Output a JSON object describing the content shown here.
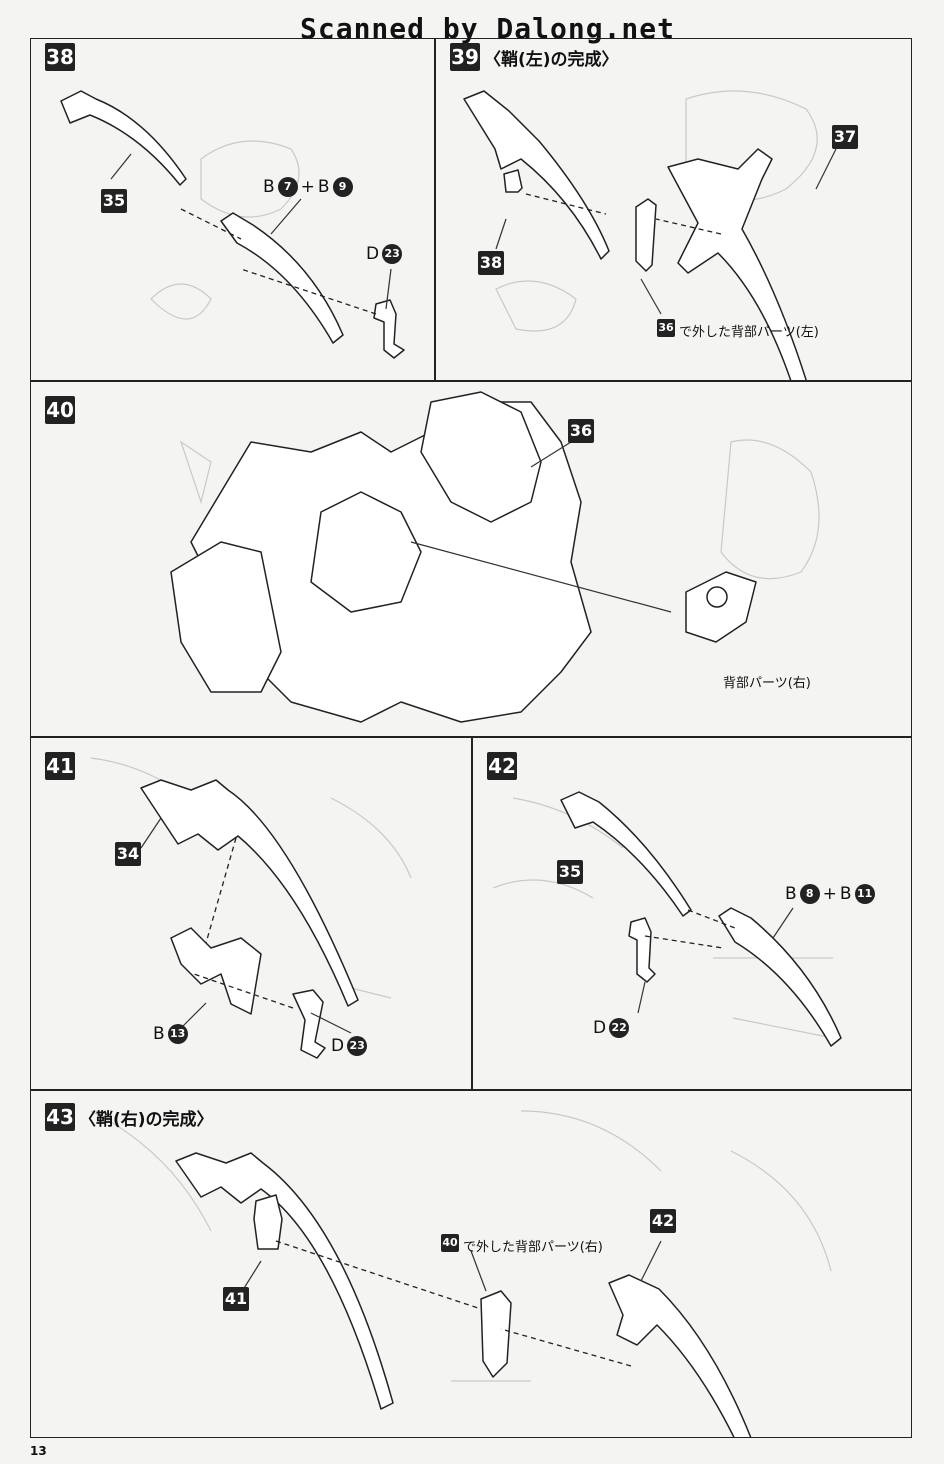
{
  "watermark": "Scanned by Dalong.net",
  "page_number": "13",
  "steps": {
    "s38": {
      "number": "38",
      "callouts": {
        "part_35": "35"
      },
      "parts": {
        "p1_letter": "B",
        "p1_num": "7",
        "plus": "+",
        "p2_letter": "B",
        "p2_num": "9",
        "p3_letter": "D",
        "p3_num": "23"
      }
    },
    "s39": {
      "number": "39",
      "title": "〈鞘(左)の完成〉",
      "callouts": {
        "part_37": "37",
        "part_38": "38",
        "part_36": "36"
      },
      "note_text": "で外した背部パーツ(左)"
    },
    "s40": {
      "number": "40",
      "callouts": {
        "part_36": "36"
      },
      "note_text": "背部パーツ(右)"
    },
    "s41": {
      "number": "41",
      "callouts": {
        "part_34": "34"
      },
      "parts": {
        "p1_letter": "B",
        "p1_num": "13",
        "p2_letter": "D",
        "p2_num": "23"
      }
    },
    "s42": {
      "number": "42",
      "callouts": {
        "part_35": "35"
      },
      "parts": {
        "p1_letter": "B",
        "p1_num": "8",
        "plus": "+",
        "p2_letter": "B",
        "p2_num": "11",
        "p3_letter": "D",
        "p3_num": "22"
      }
    },
    "s43": {
      "number": "43",
      "title": "〈鞘(右)の完成〉",
      "callouts": {
        "part_41": "41",
        "part_42": "42",
        "part_40": "40"
      },
      "note_text": "で外した背部パーツ(右)"
    }
  }
}
